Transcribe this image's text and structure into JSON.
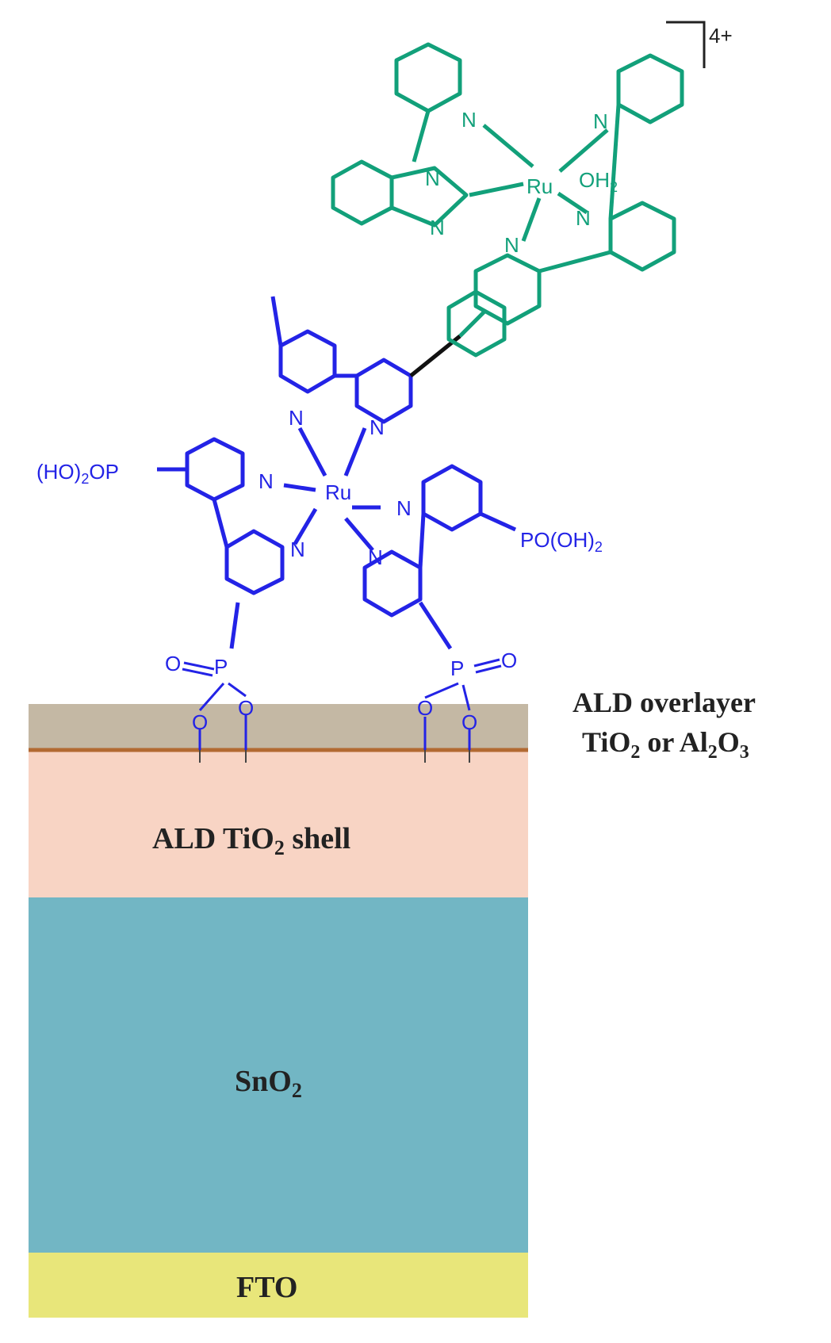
{
  "colors": {
    "catalyst": "#12a07a",
    "chromophore": "#2323e6",
    "linker": "#111111",
    "overlayer": "#c4b8a4",
    "overlayer_line": "#b26a32",
    "tio2_shell": "#f8d4c4",
    "sno2": "#72b6c4",
    "fto": "#e8e67a"
  },
  "catalyst": {
    "metal": "Ru",
    "aqua_ligand": "OH",
    "aqua_sub": "2",
    "nitrogen": "N",
    "charge": "4+"
  },
  "chromophore": {
    "metal": "Ru",
    "nitrogen": "N",
    "left_phosphonate_pre": "(HO)",
    "left_phosphonate_sub": "2",
    "left_phosphonate_post": "OP",
    "right_phosphonate_pre": "PO(OH)",
    "right_phosphonate_sub": "2",
    "phosphorus": "P",
    "oxygen": "O"
  },
  "layers": {
    "overlayer_line1": "ALD overlayer",
    "overlayer_line2_a": "TiO",
    "overlayer_line2_sub1": "2",
    "overlayer_line2_b": " or Al",
    "overlayer_line2_sub2": "2",
    "overlayer_line2_c": "O",
    "overlayer_line2_sub3": "3",
    "shell_a": "ALD TiO",
    "shell_sub": "2",
    "shell_b": " shell",
    "core_a": "SnO",
    "core_sub": "2",
    "substrate": "FTO"
  }
}
